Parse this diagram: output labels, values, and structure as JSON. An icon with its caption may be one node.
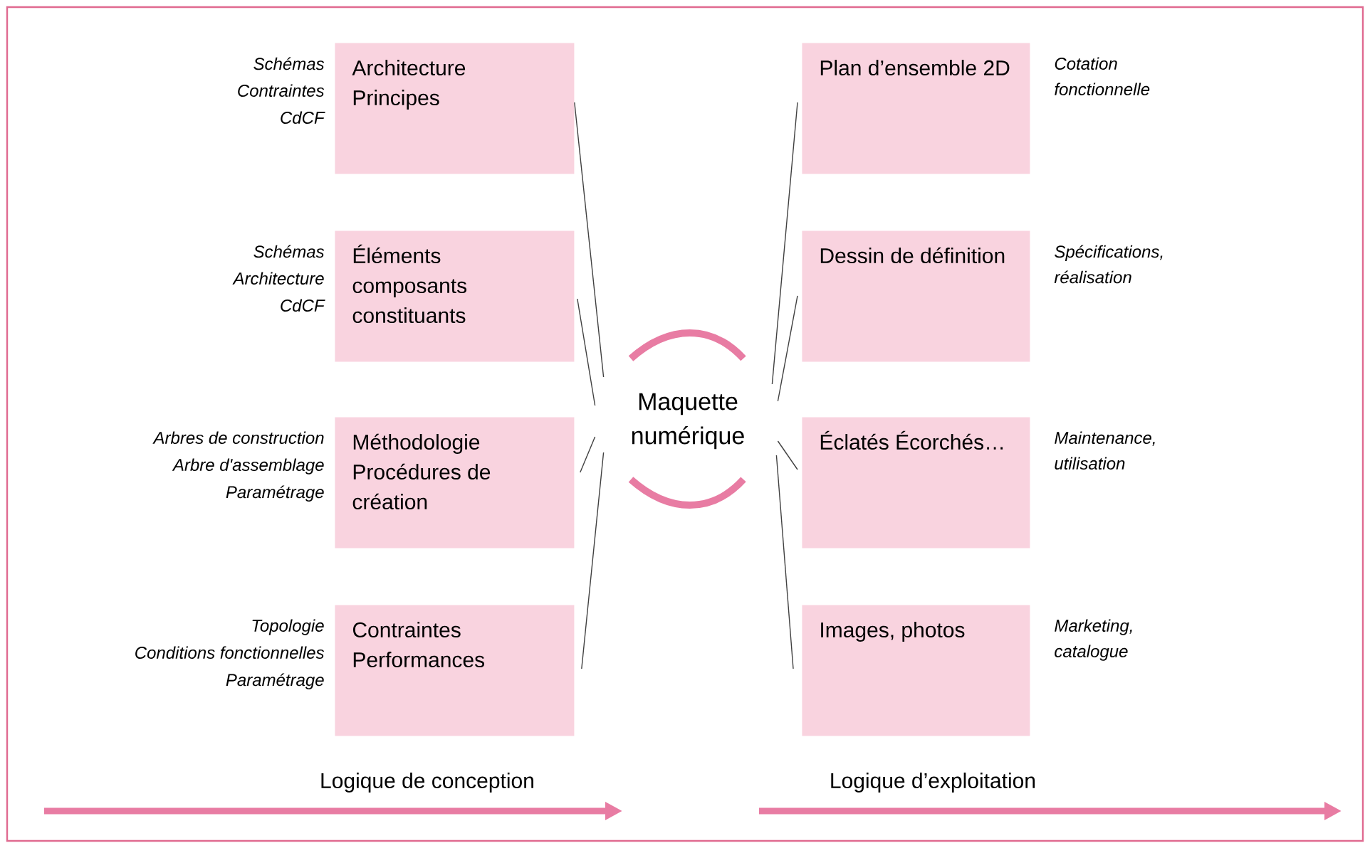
{
  "diagram": {
    "nodes": [
      {
        "text": [
          "Maquette numérique"
        ]
      },
      {
        "text": [
          "Architecture Principes"
        ],
        "beside": [
          "Schémas",
          "Contraintes",
          "CdCF"
        ]
      },
      {
        "text": [
          "Éléments composants constituants"
        ],
        "beside": [
          "Schémas",
          "Architecture",
          "CdCF"
        ]
      },
      {
        "text": [
          "Méthodologie Procédures de création"
        ],
        "beside": [
          "Arbres de construction",
          "Arbre d'assemblage",
          "Paramétrage"
        ]
      },
      {
        "text": [
          "Contraintes Performances"
        ],
        "beside": [
          "Topologie",
          "Conditions fonctionnelles",
          "Paramétrage"
        ]
      },
      {
        "text": [
          "Plan d’ensemble 2D"
        ],
        "beside": [
          "Cotation fonctionnelle"
        ]
      },
      {
        "text": [
          "Dessin de définition"
        ],
        "beside": [
          "Spécifications, réalisation"
        ]
      },
      {
        "text": [
          "Éclatés Écorchés…"
        ],
        "beside": [
          "Maintenance, utilisation"
        ]
      },
      {
        "text": [
          "Images, photos"
        ],
        "beside": [
          "Marketing, catalogue"
        ]
      }
    ],
    "edges": [
      {
        "from": 1,
        "to": 0,
        "arrow": "none"
      },
      {
        "from": 2,
        "to": 0,
        "arrow": "none"
      },
      {
        "from": 3,
        "to": 0,
        "arrow": "none"
      },
      {
        "from": 4,
        "to": 0,
        "arrow": "none"
      },
      {
        "from": 5,
        "to": 0,
        "arrow": "none"
      },
      {
        "from": 6,
        "to": 0,
        "arrow": "none"
      },
      {
        "from": 7,
        "to": 0,
        "arrow": "none"
      },
      {
        "from": 8,
        "to": 0,
        "arrow": "none"
      }
    ],
    "labels": [
      "Logique de conception",
      "Logique d’exploitation"
    ]
  }
}
